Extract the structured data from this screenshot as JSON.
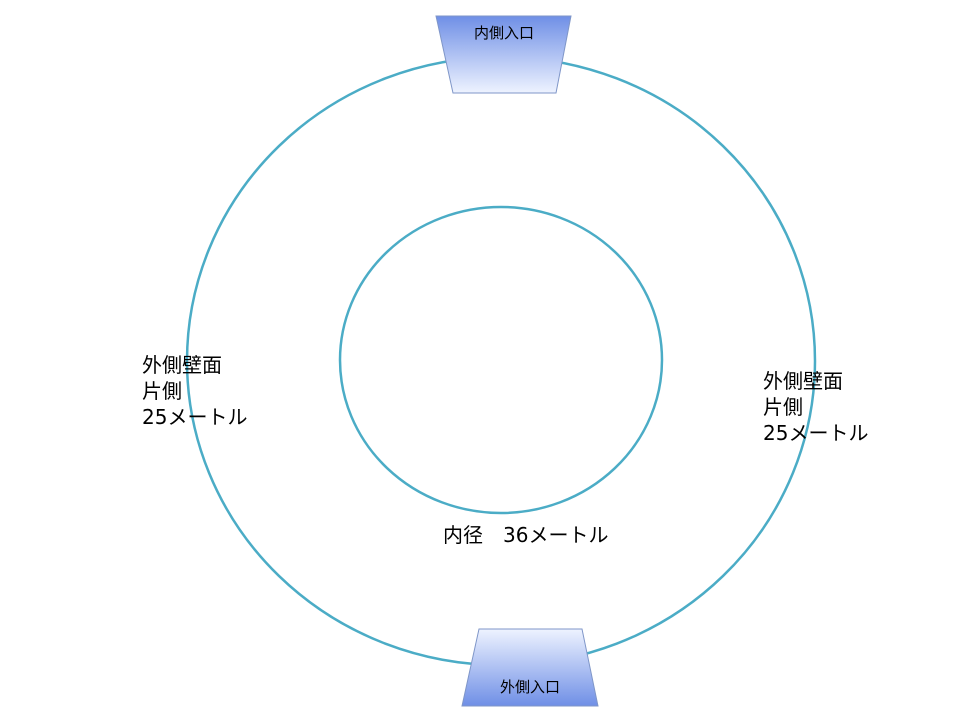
{
  "diagram": {
    "inner_entrance_label": "内側入口",
    "outer_entrance_label": "外側入口",
    "left_wall": {
      "line1": "外側壁面",
      "line2": "片側",
      "line3": "25メートル"
    },
    "right_wall": {
      "line1": "外側壁面",
      "line2": "片側",
      "line3": "25メートル"
    },
    "inner_diameter_label": "内径　36メートル"
  },
  "colors": {
    "circle_stroke": "#4bacc6",
    "entrance_fill_top": "#6f8fe6",
    "entrance_fill_bottom": "#eef3ff",
    "entrance_stroke": "#7f96c8"
  }
}
